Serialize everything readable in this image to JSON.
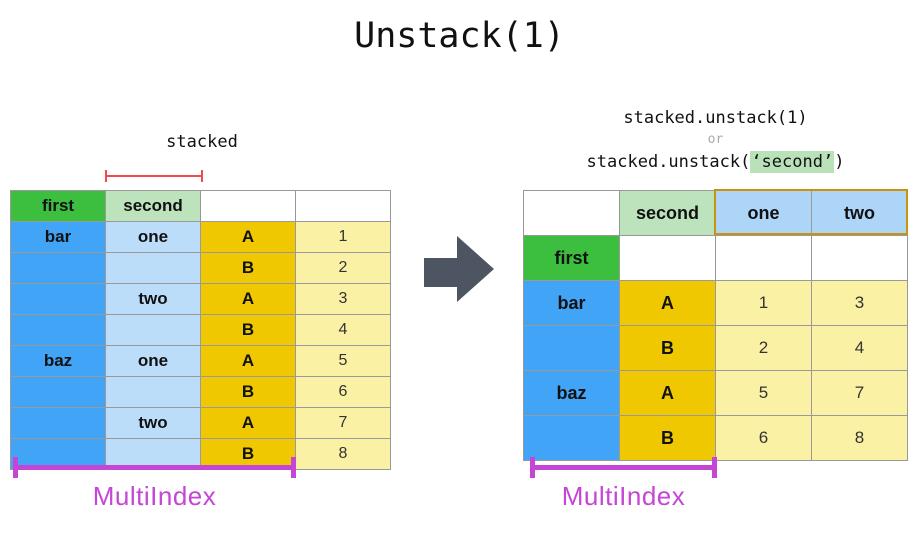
{
  "title": "Unstack(1)",
  "left_panel": {
    "caption": "stacked",
    "bracket_label": "MultiIndex",
    "table": {
      "header": [
        "first",
        "second",
        "",
        ""
      ],
      "rows": [
        [
          "bar",
          "one",
          "A",
          "1"
        ],
        [
          "",
          "",
          "B",
          "2"
        ],
        [
          "",
          "two",
          "A",
          "3"
        ],
        [
          "",
          "",
          "B",
          "4"
        ],
        [
          "baz",
          "one",
          "A",
          "5"
        ],
        [
          "",
          "",
          "B",
          "6"
        ],
        [
          "",
          "two",
          "A",
          "7"
        ],
        [
          "",
          "",
          "B",
          "8"
        ]
      ]
    }
  },
  "right_panel": {
    "code": {
      "line1": "stacked.unstack(1)",
      "or_text": "or",
      "line2_prefix": "stacked.unstack(",
      "line2_highlight": "‘second’",
      "line2_suffix": ")"
    },
    "bracket_label": "MultiIndex",
    "table": {
      "header": [
        "",
        "second",
        "one",
        "two"
      ],
      "rows": [
        [
          "first",
          "",
          "",
          ""
        ],
        [
          "bar",
          "A",
          "1",
          "3"
        ],
        [
          "",
          "B",
          "2",
          "4"
        ],
        [
          "baz",
          "A",
          "5",
          "7"
        ],
        [
          "",
          "B",
          "6",
          "8"
        ]
      ]
    }
  },
  "colors": {
    "index_green": "#3CBE3F",
    "light_green": "#BDE3BD",
    "index_blue": "#42A4F6",
    "light_blue": "#BCDDFA",
    "header_blue": "#ACD5F8",
    "gold": "#F0C802",
    "light_yellow": "#FBF1A5",
    "gold_border": "#C8940B",
    "magenta": "#C545D6",
    "red_bracket": "#F24B4B",
    "arrow_gray": "#4C5561",
    "highlight_green": "#B9E2B9"
  }
}
